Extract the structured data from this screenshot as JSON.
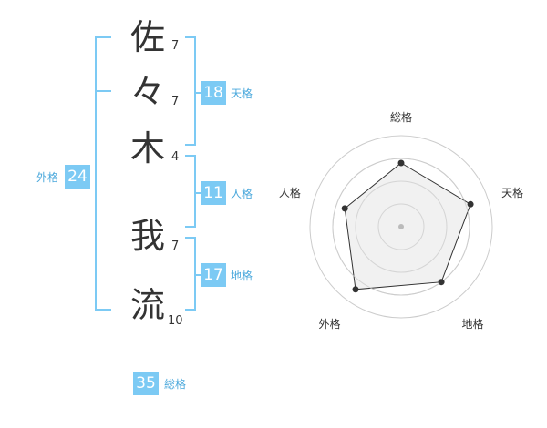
{
  "name": {
    "chars": [
      {
        "char": "佐",
        "strokes": "7"
      },
      {
        "char": "々",
        "strokes": "7"
      },
      {
        "char": "木",
        "strokes": "4"
      },
      {
        "char": "我",
        "strokes": "7"
      },
      {
        "char": "流",
        "strokes": "10"
      }
    ]
  },
  "fortunes": {
    "tenkaku": {
      "value": "18",
      "label": "天格"
    },
    "jinkaku": {
      "value": "11",
      "label": "人格"
    },
    "chikaku": {
      "value": "17",
      "label": "地格"
    },
    "gaikaku": {
      "value": "24",
      "label": "外格"
    },
    "soukaku": {
      "value": "35",
      "label": "総格"
    }
  },
  "colors": {
    "accent": "#7ccaf4",
    "label": "#4aa8dc",
    "text": "#333333",
    "radar_fill": "#eeeeee",
    "radar_ring": "#cccccc"
  },
  "chart_data": {
    "type": "radar",
    "axes": [
      "総格",
      "天格",
      "地格",
      "外格",
      "人格"
    ],
    "values": [
      0.7,
      0.8,
      0.75,
      0.85,
      0.65
    ],
    "range": [
      0,
      1
    ],
    "rings": 4
  }
}
